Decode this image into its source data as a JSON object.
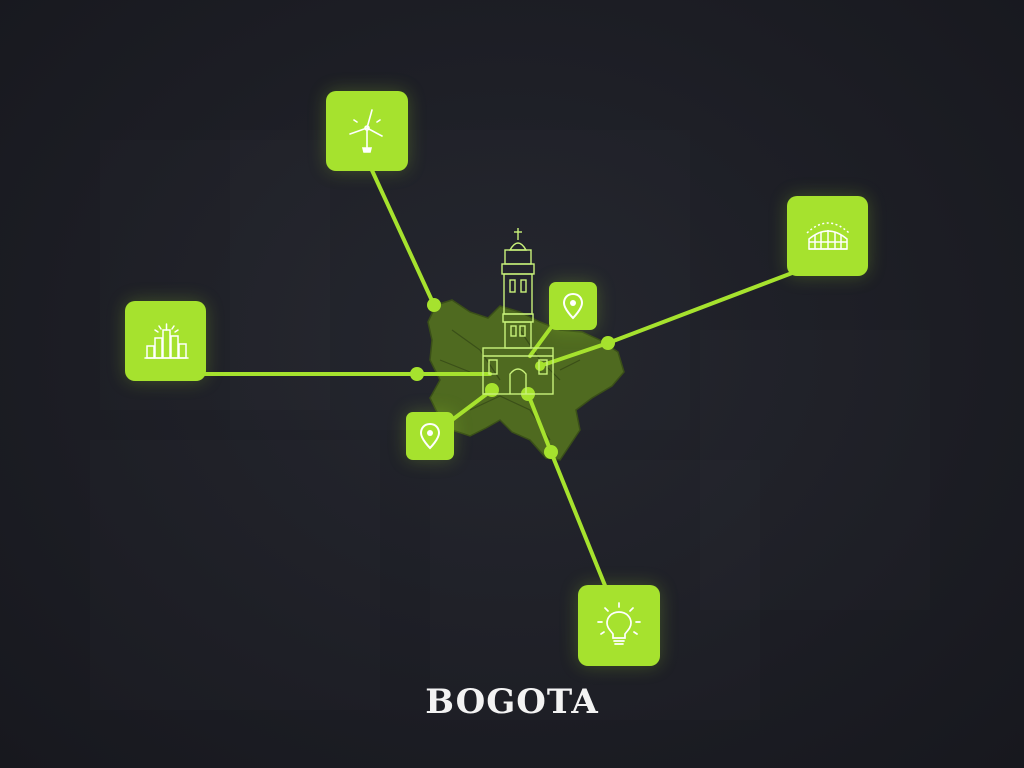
{
  "title": "BOGOTA",
  "colors": {
    "background": "#1c1d24",
    "accent": "#a6e22e",
    "map_fill": "#4f6a20",
    "map_outline": "#3a4f18",
    "icon_stroke": "#ffffff",
    "title_text": "#f3f3f3"
  },
  "center": {
    "landmark_icon": "church-tower-icon",
    "region_shape": "city-map-region"
  },
  "nodes": [
    {
      "name": "wind-turbine-node",
      "icon": "wind-turbine-icon"
    },
    {
      "name": "stadium-node",
      "icon": "stadium-icon"
    },
    {
      "name": "city-buildings-node",
      "icon": "city-buildings-icon"
    },
    {
      "name": "location-pin-node-upper",
      "icon": "location-pin-icon"
    },
    {
      "name": "location-pin-node-lower",
      "icon": "location-pin-icon"
    },
    {
      "name": "light-bulb-node",
      "icon": "light-bulb-icon"
    }
  ]
}
